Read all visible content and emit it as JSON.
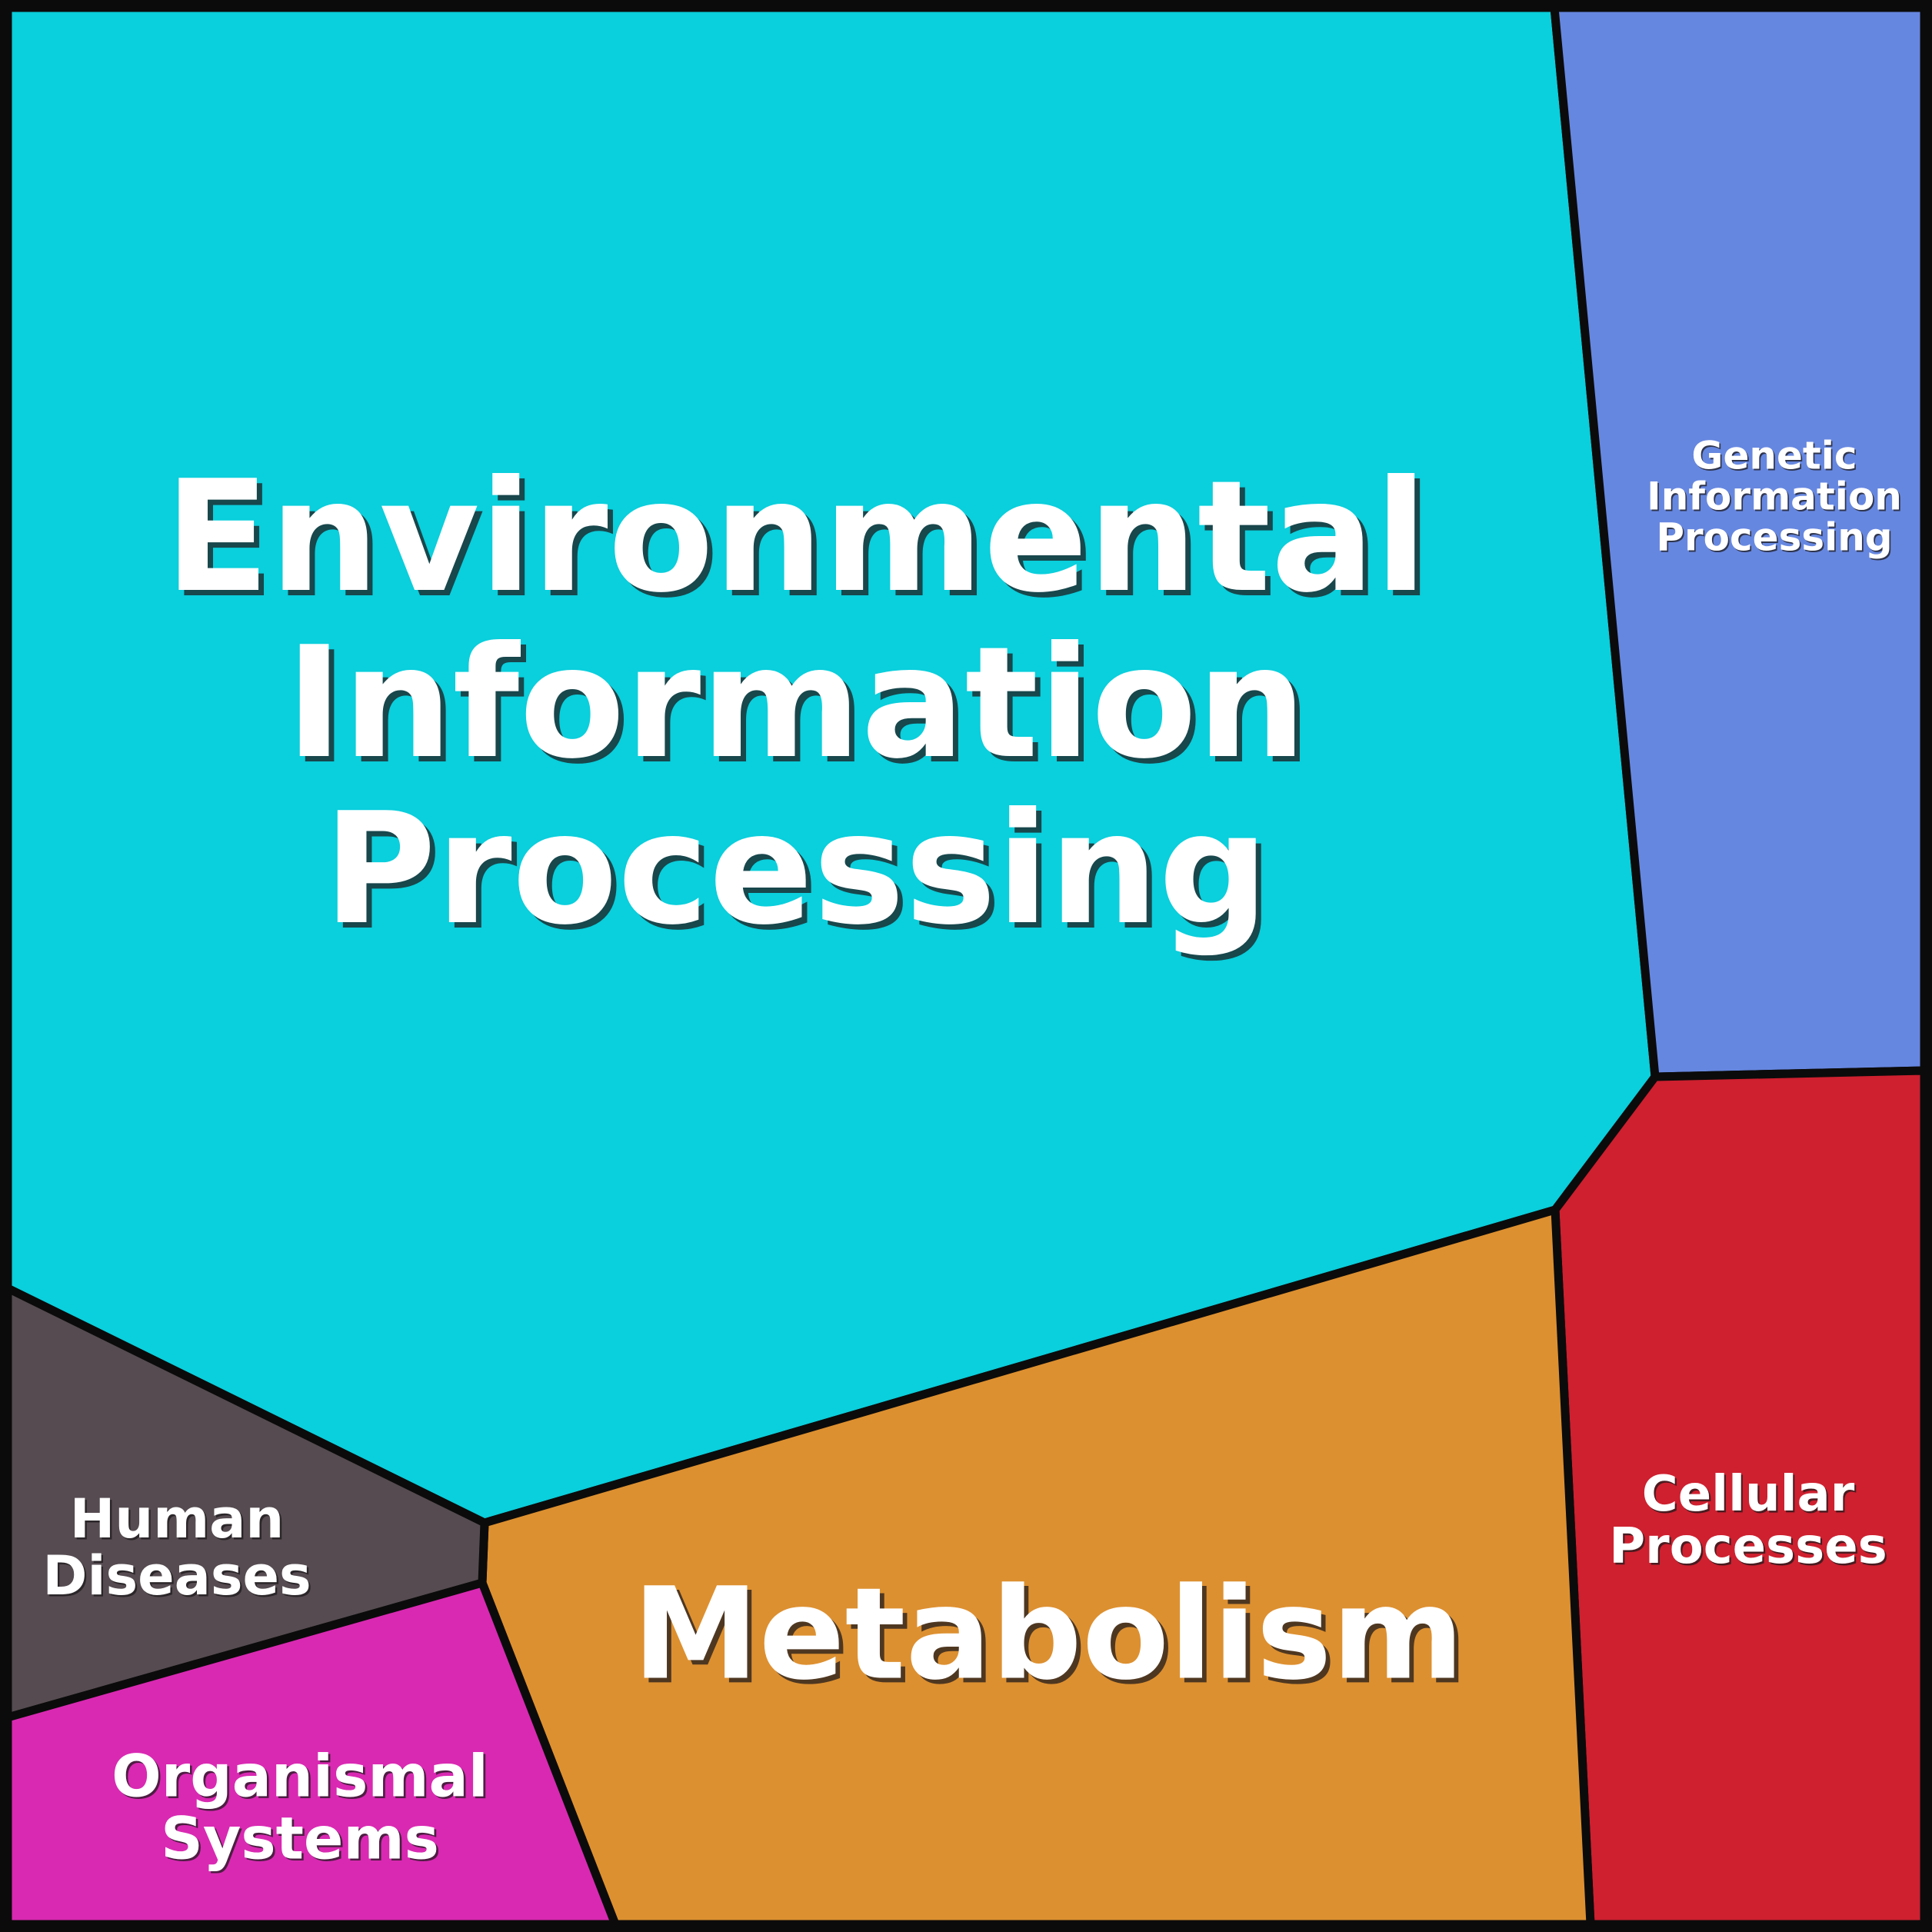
{
  "chart_data": {
    "type": "voronoi-treemap",
    "title": "",
    "legend": "none",
    "grid": "off",
    "border_color": "#0B0B0B",
    "label_color": "#FFFFFF",
    "regions": [
      {
        "id": "environmental-information-processing",
        "label": "Environmental\nInformation\nProcessing",
        "color": "#0ACFDC",
        "share_pct": 59.5
      },
      {
        "id": "genetic-information-processing",
        "label": "Genetic\nInformation\nProcessing",
        "color": "#6687E0",
        "share_pct": 9.2
      },
      {
        "id": "cellular-processes",
        "label": "Cellular\nProcesses",
        "color": "#CE202F",
        "share_pct": 8.0
      },
      {
        "id": "metabolism",
        "label": "Metabolism",
        "color": "#DD9030",
        "share_pct": 16.0
      },
      {
        "id": "human-diseases",
        "label": "Human\nDiseases",
        "color": "#554B50",
        "share_pct": 3.2
      },
      {
        "id": "organismal-systems",
        "label": "Organismal\nSystems",
        "color": "#D929B2",
        "share_pct": 4.1
      }
    ]
  }
}
